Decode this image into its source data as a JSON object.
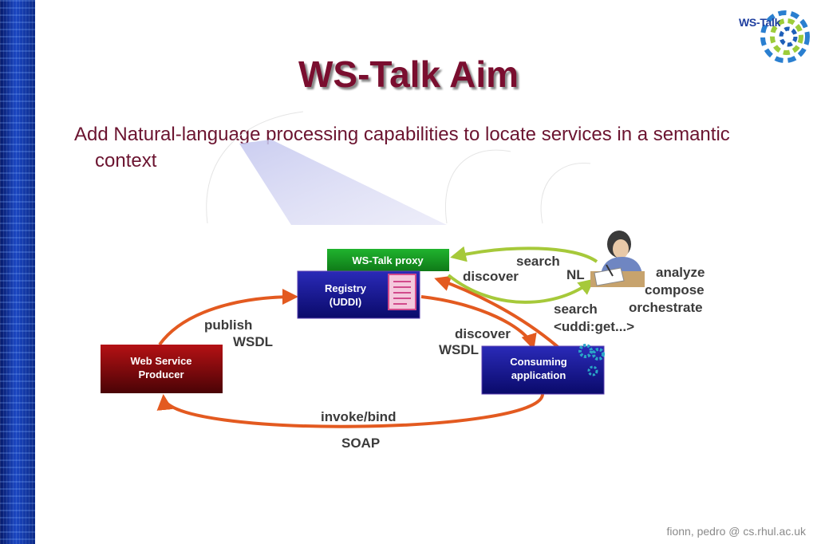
{
  "slide": {
    "title": "WS-Talk Aim",
    "bullet": "Add Natural-language processing capabilities to locate services in a semantic context",
    "footer": "fionn, pedro @ cs.rhul.ac.uk"
  },
  "logo": {
    "text": "WS-Talk"
  },
  "diagram": {
    "boxes": {
      "ws_talk_proxy": "WS-Talk proxy",
      "registry_line1": "Registry",
      "registry_line2": "(UDDI)",
      "web_service_line1": "Web Service",
      "web_service_line2": "Producer",
      "consuming_line1": "Consuming",
      "consuming_line2": "application"
    },
    "labels": {
      "search_top": "search",
      "discover_top": "discover",
      "nl": "NL",
      "analyze": "analyze",
      "compose": "compose",
      "orchestrate": "orchestrate",
      "search_mid": "search",
      "uddi_get": "<uddi:get...>",
      "publish": "publish",
      "wsdl_left": "WSDL",
      "discover_mid": "discover",
      "wsdl_right": "WSDL",
      "invoke_bind": "invoke/bind",
      "soap": "SOAP"
    }
  },
  "colors": {
    "title": "#7a0e2f",
    "bullet": "#6b1430",
    "proxy_green": "#16a024",
    "registry_blue": "#1a1a9c",
    "producer_red": "#9e0e10",
    "arrow_orange": "#e35a20",
    "arrow_green": "#a6c93a"
  }
}
